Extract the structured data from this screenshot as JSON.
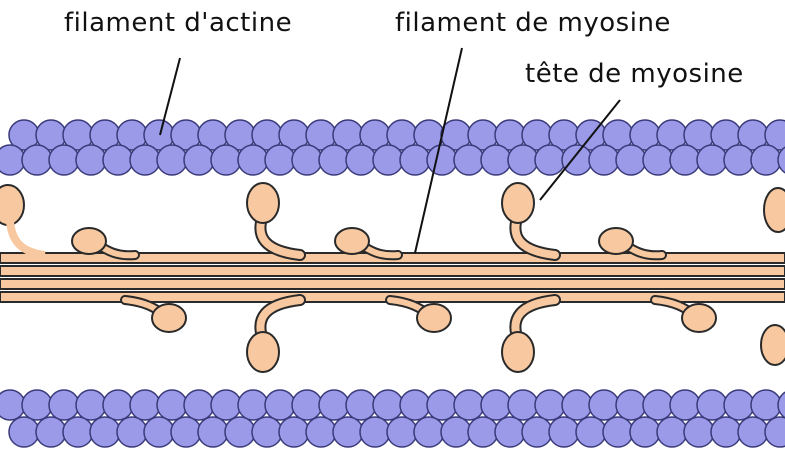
{
  "labels": {
    "actin_filament": "filament d'actine",
    "myosin_filament": "filament de myosine",
    "myosin_head": "tête de myosine"
  },
  "colors": {
    "actin_bead": "#9a9ae8",
    "actin_outline": "#3a3a7a",
    "myosin_fill": "#f8c9a0",
    "myosin_outline": "#2a2a2a",
    "leader_line": "#111111"
  },
  "icons": {
    "actin_subunit": "circle",
    "myosin_head": "club-head"
  }
}
